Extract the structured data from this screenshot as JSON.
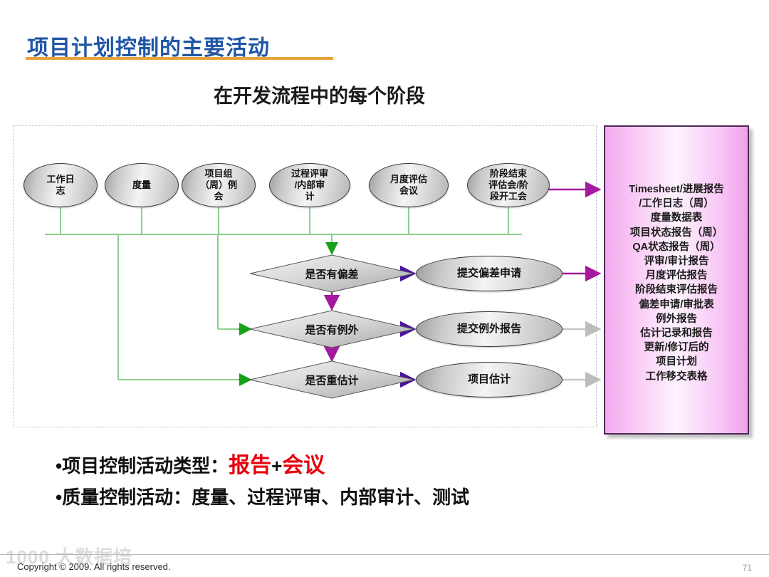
{
  "slide": {
    "title": "项目计划控制的主要活动",
    "subtitle": "在开发流程中的每个阶段",
    "title_color": "#1F56A5",
    "title_rule_color": "#E8A33D"
  },
  "diagram": {
    "source_activities": [
      {
        "label": "工作日\n志"
      },
      {
        "label": "度量"
      },
      {
        "label": "项目组\n（周）例\n会"
      },
      {
        "label": "过程评审\n/内部审\n计"
      },
      {
        "label": "月度评估\n会议"
      },
      {
        "label": "阶段结束\n评估会/阶\n段开工会"
      }
    ],
    "decisions": [
      {
        "label": "是否有偏差"
      },
      {
        "label": "是否有例外"
      },
      {
        "label": "是否重估计"
      }
    ],
    "outcomes": [
      {
        "label": "提交偏差申请"
      },
      {
        "label": "提交例外报告"
      },
      {
        "label": "项目估计"
      }
    ],
    "connector_colors": {
      "bus": "#7FC97F",
      "decision_arrow": "#5B1F9E",
      "panel_arrow_primary": "#A6199E",
      "panel_arrow_secondary": "#B9B9B9"
    }
  },
  "output_panel": {
    "items": [
      "Timesheet/进展报告",
      "/工作日志（周）",
      "度量数据表",
      "项目状态报告（周）",
      "QA状态报告（周）",
      "评审/审计报告",
      "月度评估报告",
      "阶段结束评估报告",
      "偏差申请/审批表",
      "例外报告",
      "估计记录和报告",
      "更新/修订后的",
      "项目计划",
      "工作移交表格"
    ],
    "border_color": "#4B2A55"
  },
  "bullets": {
    "line1_prefix": "•项目控制活动类型：",
    "line1_accent_a": "报告",
    "line1_plus": "+",
    "line1_accent_b": "会议",
    "line2": "•质量控制活动：度量、过程评审、内部审计、测试",
    "accent_color": "#E8000D"
  },
  "footer": {
    "copyright": "Copyright © 2009. All rights reserved.",
    "page_number": "71",
    "watermark": "1000 大数据培"
  }
}
